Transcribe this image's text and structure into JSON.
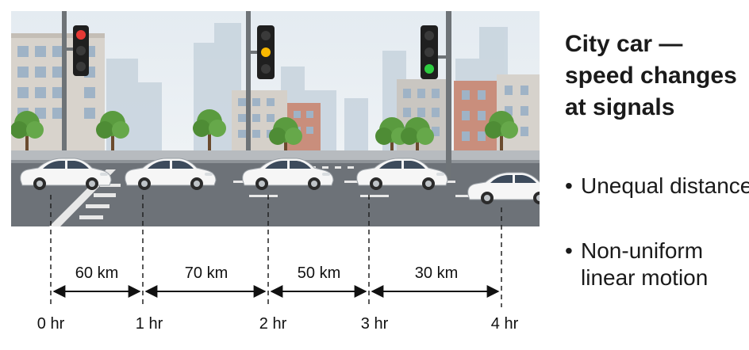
{
  "heading": {
    "lines": [
      "City car —",
      "speed changes",
      "at signals"
    ]
  },
  "bullets": [
    {
      "lines": [
        "Unequal distances"
      ]
    },
    {
      "lines": [
        "Non-uniform",
        "linear motion"
      ]
    }
  ],
  "segments": [
    "60 km",
    "70 km",
    "50 km",
    "30 km"
  ],
  "time_marks": [
    "0 hr",
    "1 hr",
    "2 hr",
    "3 hr",
    "4 hr"
  ],
  "signals": [
    {
      "state": "red",
      "color": "#e53935"
    },
    {
      "state": "yellow",
      "color": "#f9b800"
    },
    {
      "state": "green",
      "color": "#2ecc40"
    }
  ],
  "colors": {
    "sky": "#e9eef3",
    "road": "#6d7278",
    "car": "#f4f4f4",
    "window": "#3d4b5c"
  }
}
